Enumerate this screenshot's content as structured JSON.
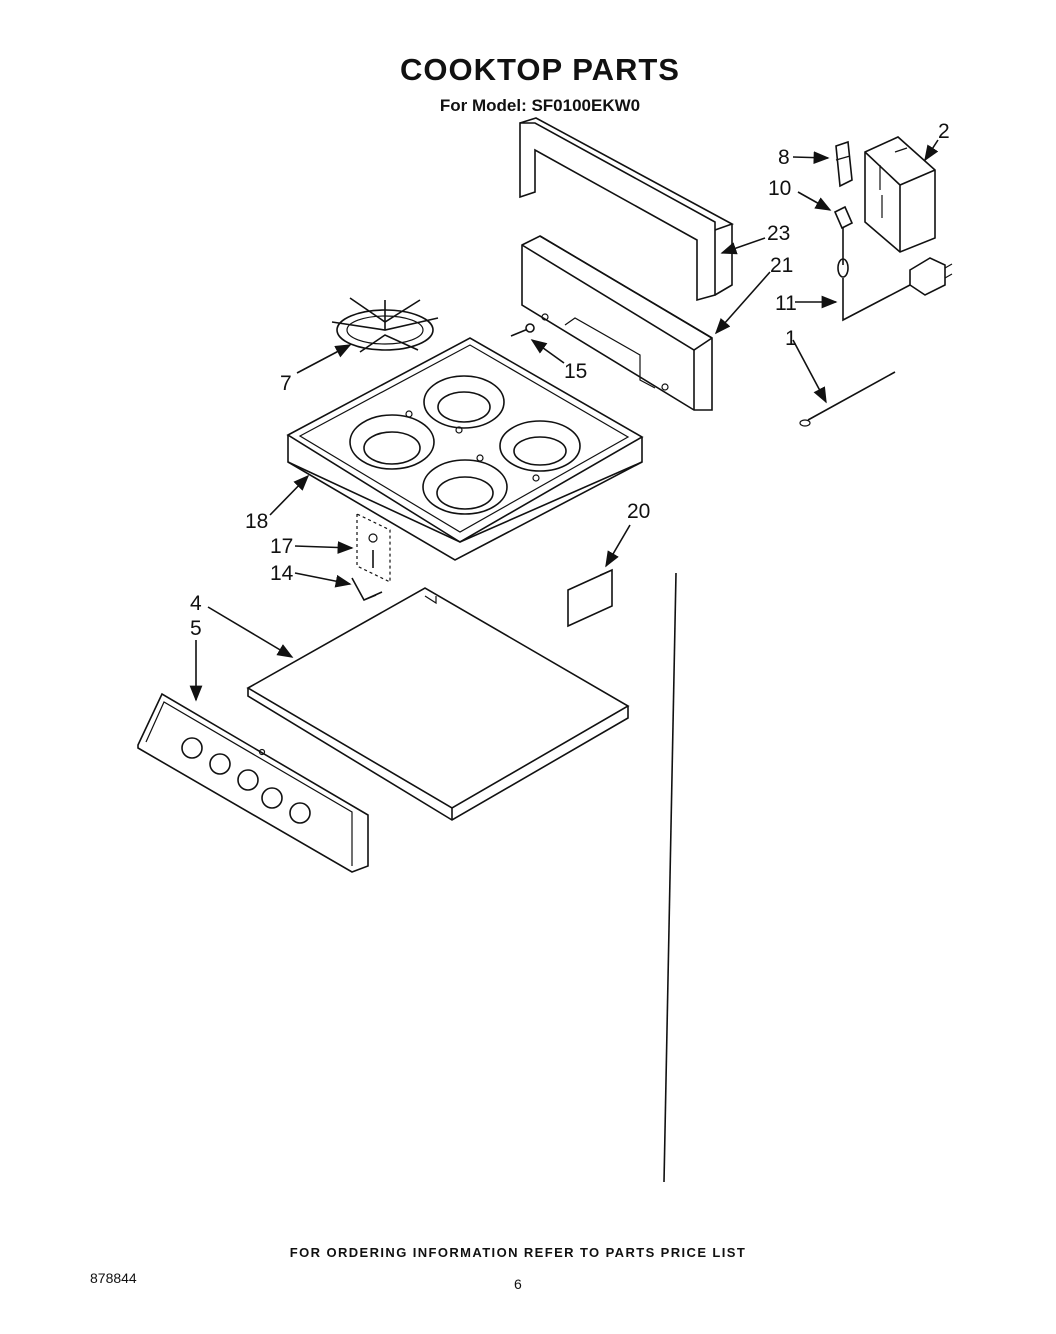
{
  "header": {
    "title": "COOKTOP PARTS",
    "model_line": "For Model: SF0100EKW0"
  },
  "callouts": [
    "1",
    "2",
    "4",
    "5",
    "7",
    "8",
    "10",
    "11",
    "14",
    "15",
    "17",
    "18",
    "20",
    "21",
    "23"
  ],
  "footer": {
    "ordering_note": "FOR ORDERING INFORMATION REFER TO PARTS PRICE LIST",
    "doc_number": "878844",
    "page_number": "6"
  }
}
